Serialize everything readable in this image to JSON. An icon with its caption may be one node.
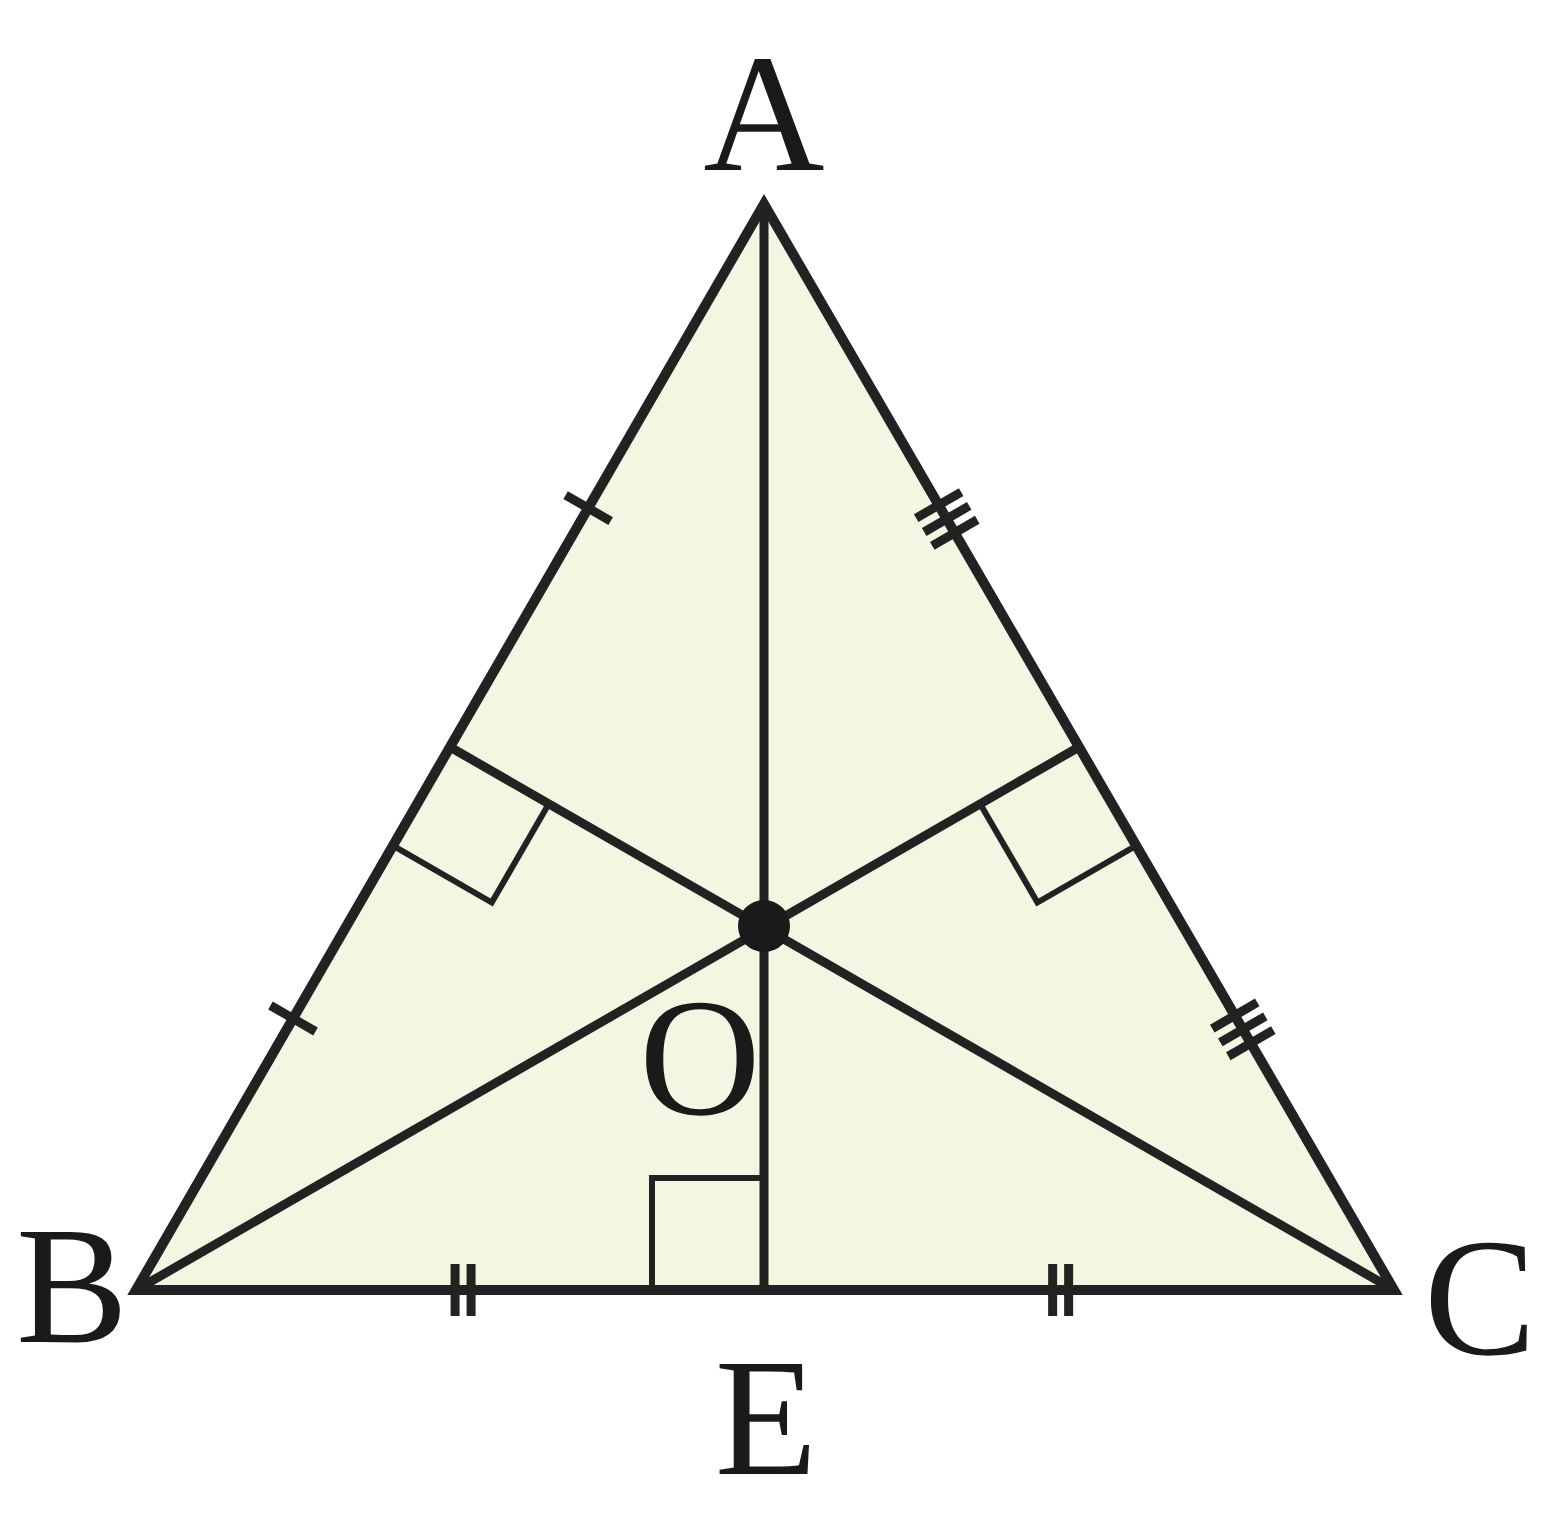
{
  "diagram": {
    "labels": [
      "A",
      "B",
      "C",
      "O",
      "E"
    ]
  }
}
